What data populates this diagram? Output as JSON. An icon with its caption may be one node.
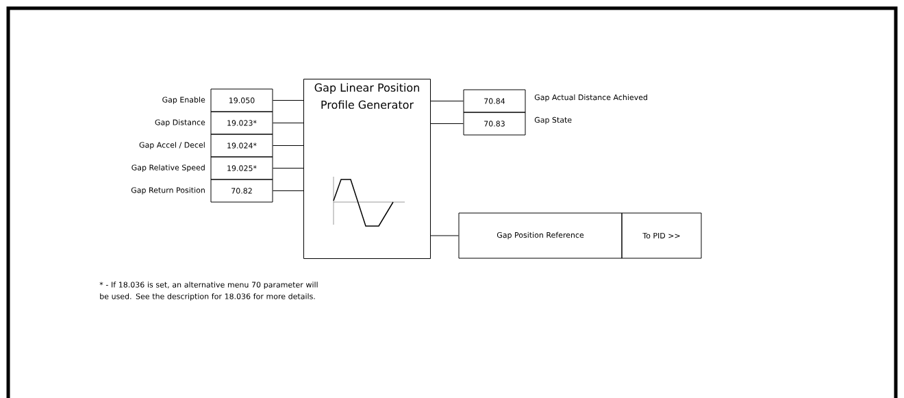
{
  "diagram": {
    "nodes": [
      {
        "text": [
          "19.050"
        ],
        "beside": [
          "Gap Enable"
        ]
      },
      {
        "text": [
          "19.023*"
        ],
        "beside": [
          "Gap Distance"
        ]
      },
      {
        "text": [
          "19.024*"
        ],
        "beside": [
          "Gap Accel / Decel"
        ]
      },
      {
        "text": [
          "19.025*"
        ],
        "beside": [
          "Gap Relative Speed"
        ]
      },
      {
        "text": [
          "70.82"
        ],
        "beside": [
          "Gap Return Position"
        ]
      },
      {
        "text": [
          "Gap Linear Position Profile Generator"
        ]
      },
      {
        "text": [
          "70.84"
        ],
        "beside": [
          "Gap Actual Distance Achieved"
        ]
      },
      {
        "text": [
          "70.83"
        ],
        "beside": [
          "Gap State"
        ]
      },
      {
        "text": [
          "Gap Position Reference"
        ]
      },
      {
        "text": [
          "To PID >>"
        ]
      }
    ],
    "edges": [
      {
        "from": 0,
        "to": 5,
        "arrow": "none"
      },
      {
        "from": 1,
        "to": 5,
        "arrow": "none"
      },
      {
        "from": 2,
        "to": 5,
        "arrow": "none"
      },
      {
        "from": 3,
        "to": 5,
        "arrow": "none"
      },
      {
        "from": 4,
        "to": 5,
        "arrow": "none"
      },
      {
        "from": 5,
        "to": 6,
        "arrow": "none"
      },
      {
        "from": 5,
        "to": 7,
        "arrow": "none"
      },
      {
        "from": 5,
        "to": 8,
        "arrow": "none"
      }
    ],
    "labels": [
      "* - If 18.036 is set, an alternative menu 70 parameter will be used. See the description for 18.036 for more details."
    ]
  }
}
